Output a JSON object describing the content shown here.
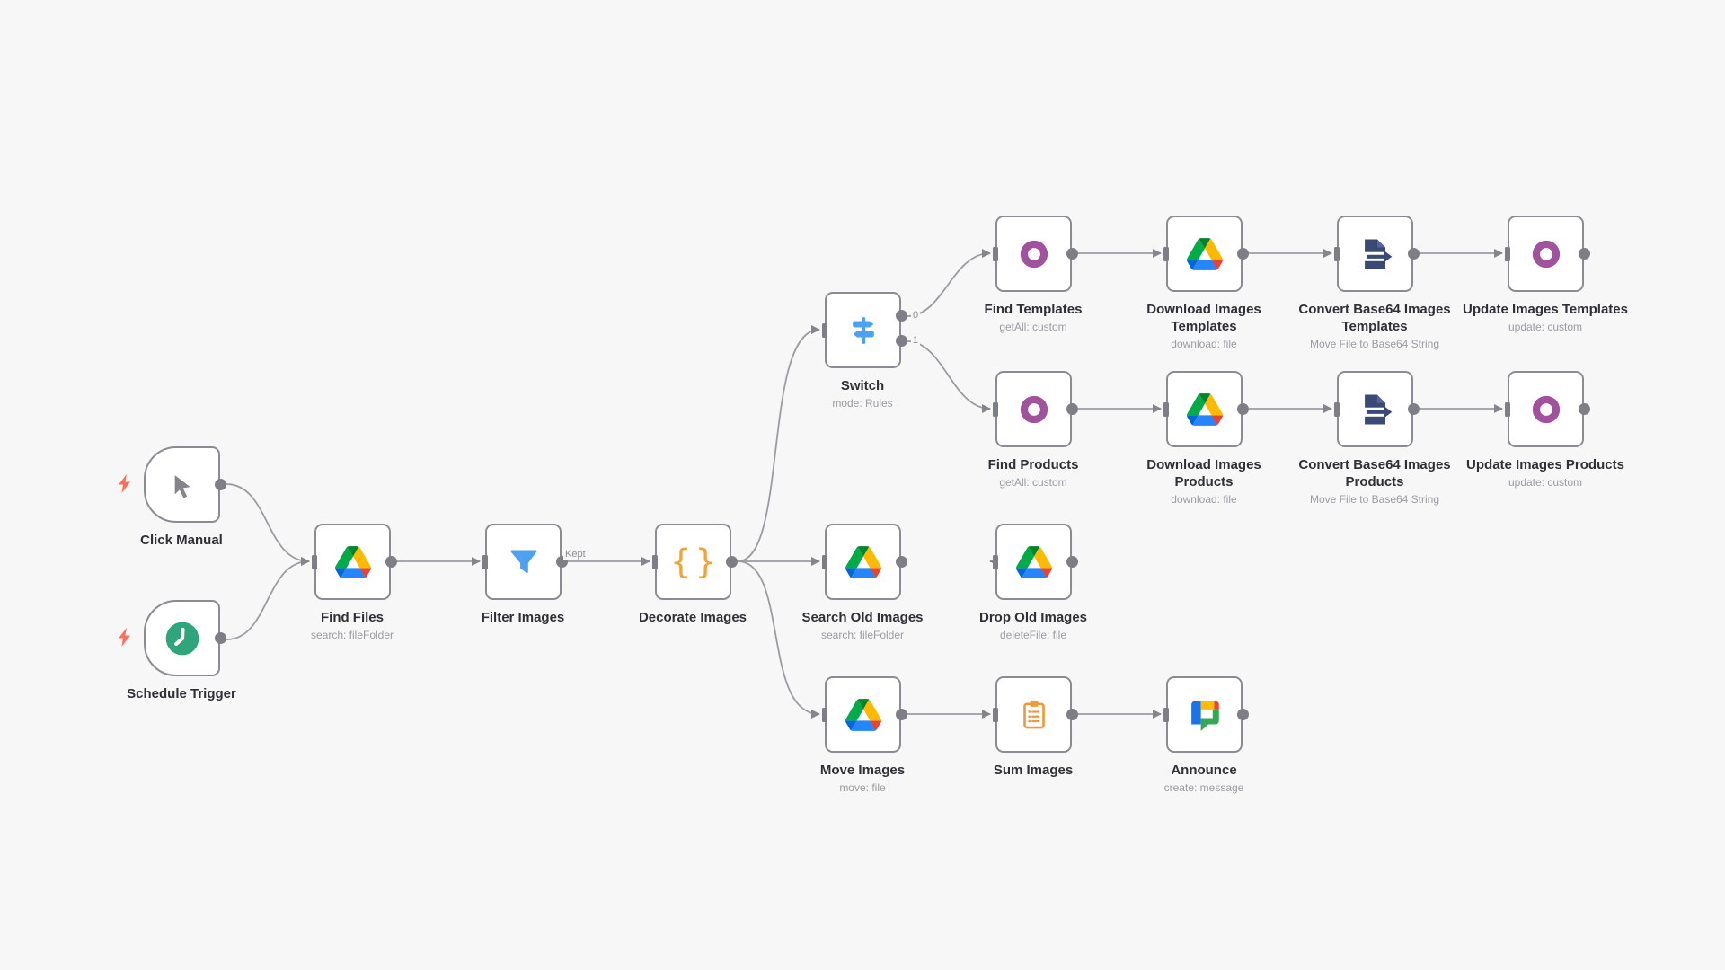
{
  "palette": {
    "canvas_bg": "#f7f7f8",
    "node_border": "#8b8b93",
    "connector_gray": "#7e7e87",
    "edge_gray": "#9b9ba1",
    "trigger_bolt_red": "#ff6d5a",
    "schedule_green": "#2fa57c",
    "filter_switch_blue": "#4ea1f0",
    "set_orange": "#f0a33a",
    "ring_purple": "#a0529c",
    "convert_navy": "#3b4a75"
  },
  "edge_labels": {
    "kept": "Kept",
    "switch_output_0": "0",
    "switch_output_1": "1"
  },
  "icons": {
    "braces_glyph": "{}"
  },
  "nodes": {
    "click_manual": {
      "label": "Click Manual",
      "subtitle": ""
    },
    "schedule_trigger": {
      "label": "Schedule Trigger",
      "subtitle": ""
    },
    "find_files": {
      "label": "Find Files",
      "subtitle": "search: fileFolder"
    },
    "filter_images": {
      "label": "Filter Images",
      "subtitle": ""
    },
    "decorate_images": {
      "label": "Decorate Images",
      "subtitle": ""
    },
    "switch": {
      "label": "Switch",
      "subtitle": "mode: Rules"
    },
    "find_templates": {
      "label": "Find Templates",
      "subtitle": "getAll: custom"
    },
    "download_images_templates": {
      "label": "Download Images Templates",
      "subtitle": "download: file"
    },
    "convert_base64_images_templates": {
      "label": "Convert Base64 Images Templates",
      "subtitle": "Move File to Base64 String"
    },
    "update_images_templates": {
      "label": "Update Images Templates",
      "subtitle": "update: custom"
    },
    "find_products": {
      "label": "Find Products",
      "subtitle": "getAll: custom"
    },
    "download_images_products": {
      "label": "Download Images Products",
      "subtitle": "download: file"
    },
    "convert_base64_images_products": {
      "label": "Convert Base64 Images Products",
      "subtitle": "Move File to Base64 String"
    },
    "update_images_products": {
      "label": "Update Images Products",
      "subtitle": "update: custom"
    },
    "search_old_images": {
      "label": "Search Old Images",
      "subtitle": "search: fileFolder"
    },
    "drop_old_images": {
      "label": "Drop Old Images",
      "subtitle": "deleteFile: file"
    },
    "move_images": {
      "label": "Move Images",
      "subtitle": "move: file"
    },
    "sum_images": {
      "label": "Sum Images",
      "subtitle": ""
    },
    "announce": {
      "label": "Announce",
      "subtitle": "create: message"
    }
  }
}
